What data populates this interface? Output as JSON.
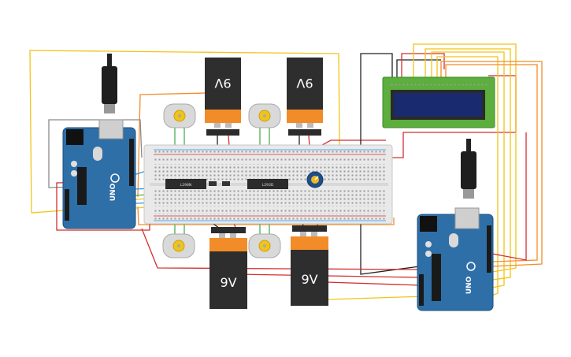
{
  "batteries": [
    {
      "id": "battery-top-left",
      "label": "9V",
      "inverted": true
    },
    {
      "id": "battery-top-right",
      "label": "9V",
      "inverted": true
    },
    {
      "id": "battery-bottom-left",
      "label": "9V",
      "inverted": false
    },
    {
      "id": "battery-bottom-right",
      "label": "9V",
      "inverted": false
    }
  ],
  "motor_drivers": [
    {
      "id": "driver-left",
      "label": "L298N"
    },
    {
      "id": "driver-right",
      "label": "L293D"
    }
  ],
  "arduino_boards": [
    {
      "id": "arduino-left",
      "logo": "UNO"
    },
    {
      "id": "arduino-right",
      "logo": "UNO"
    }
  ],
  "lcd": {
    "id": "lcd-display",
    "text": ""
  },
  "colors": {
    "board": "#2f6fa8",
    "breadboard": "#e9e9e9",
    "wire_red": "#d32f2f",
    "wire_yellow": "#f2c418",
    "wire_blue": "#2196f3",
    "wire_orange": "#f28c28",
    "wire_green": "#4caf50",
    "wire_black": "#222222"
  }
}
